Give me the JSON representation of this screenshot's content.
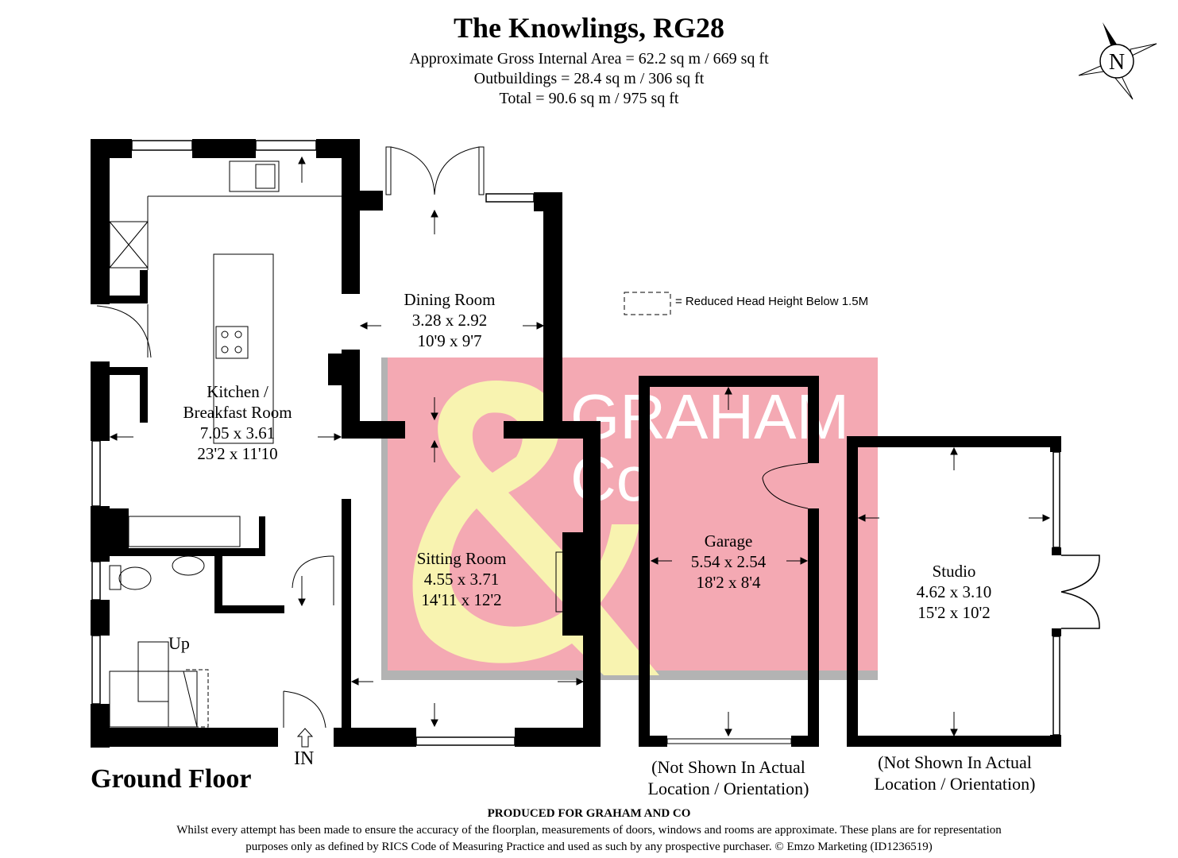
{
  "header": {
    "title": "The Knowlings, RG28",
    "area_lines": [
      "Approximate Gross Internal Area = 62.2 sq m / 669 sq ft",
      "Outbuildings = 28.4 sq m / 306 sq ft",
      "Total = 90.6 sq m / 975 sq ft"
    ]
  },
  "compass": {
    "icon": "north-compass-icon",
    "letter": "N"
  },
  "legend": {
    "text": "= Reduced Head Height Below 1.5M"
  },
  "watermark": {
    "text_line1": "GRAHAM",
    "text_line2": "Co",
    "ampersand": "&",
    "colors": {
      "background": "#f4a9b3",
      "ampersand": "#f8f3b0",
      "text": "#ffffff",
      "shadow": "#b3b3b3"
    }
  },
  "rooms": {
    "kitchen": {
      "name_line1": "Kitchen /",
      "name_line2": "Breakfast Room",
      "metric": "7.05 x 3.61",
      "imperial": "23'2 x 11'10"
    },
    "dining": {
      "name": "Dining Room",
      "metric": "3.28 x 2.92",
      "imperial": "10'9 x 9'7"
    },
    "sitting": {
      "name": "Sitting Room",
      "metric": "4.55 x 3.71",
      "imperial": "14'11 x 12'2"
    },
    "garage": {
      "name": "Garage",
      "metric": "5.54 x 2.54",
      "imperial": "18'2 x 8'4"
    },
    "studio": {
      "name": "Studio",
      "metric": "4.62 x 3.10",
      "imperial": "15'2 x 10'2"
    }
  },
  "labels": {
    "floor": "Ground Floor",
    "entrance": "IN",
    "stairs": "Up",
    "garage_note_line1": "(Not Shown In Actual",
    "garage_note_line2": "Location / Orientation)",
    "studio_note_line1": "(Not Shown In Actual",
    "studio_note_line2": "Location / Orientation)"
  },
  "footer": {
    "produced": "PRODUCED FOR GRAHAM AND CO",
    "disclaimer_line1": "Whilst every attempt has been made to ensure the accuracy of the floorplan, measurements of doors, windows and rooms are approximate. These plans are for representation",
    "disclaimer_line2": "purposes only as defined by RICS Code of Measuring Practice and used as such by any prospective purchaser. © Emzo Marketing (ID1236519)"
  }
}
